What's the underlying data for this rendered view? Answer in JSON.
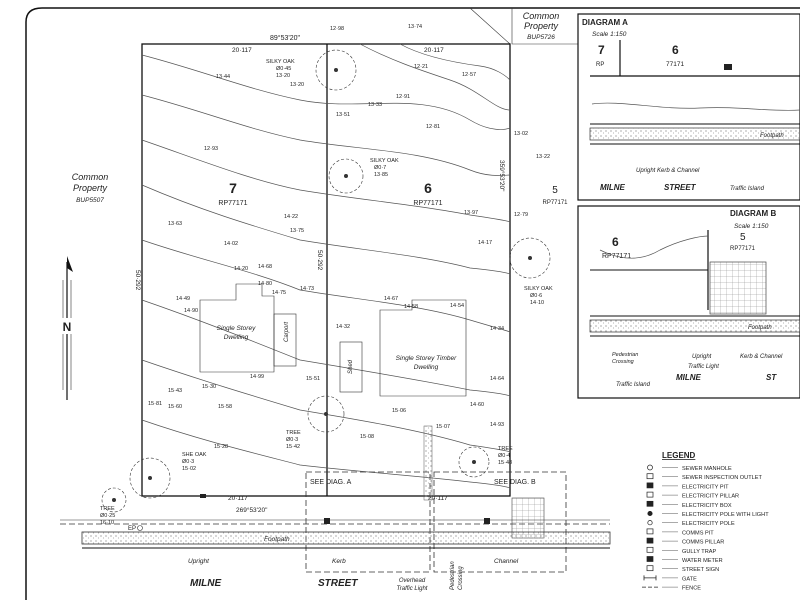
{
  "common_top": [
    "Common",
    "Property",
    "BUP5726"
  ],
  "common_left": [
    "Common",
    "Property",
    "BUP5507"
  ],
  "lot7": {
    "number": "7",
    "plan": "RP77171"
  },
  "lot6": {
    "number": "6",
    "plan": "RP77171"
  },
  "lot5": {
    "number": "5",
    "plan": "RP77171"
  },
  "bearing_top": "89°53'20\"",
  "bearing_bottom": "269°53'20\"",
  "dist_top": "20·117",
  "dist_bottom": "20·117",
  "side_dist_left": "50·292",
  "side_dist_right": "50·292",
  "bearing_side": "359°53'20\"",
  "dwelling7": [
    "Single Storey",
    "Dwelling"
  ],
  "dwelling6": [
    "Single Storey Timber",
    "Dwelling"
  ],
  "carport": "Carport",
  "shed": "Shed",
  "trees": {
    "silky_oak_top": [
      "SILKY OAK",
      "Ø0·45",
      "13·20"
    ],
    "silky_oak_mid": [
      "SILKY OAK",
      "Ø0·7",
      "13·85"
    ],
    "silky_oak_right": [
      "SILKY OAK",
      "Ø0·6",
      "14·10"
    ],
    "she_oak": [
      "SHE OAK",
      "Ø0·3",
      "15·02"
    ],
    "tree_left": [
      "TREE",
      "Ø0·25",
      "16·10"
    ],
    "tree_mid": [
      "TREE",
      "Ø0·3",
      "15·42"
    ],
    "tree_right": [
      "TREE",
      "Ø0·4",
      "15·48"
    ]
  },
  "levels": [
    "13·44",
    "13·20",
    "12·93",
    "13·63",
    "14·02",
    "14·20",
    "14·68",
    "14·80",
    "14·75",
    "14·73",
    "14·49",
    "14·90",
    "14·99",
    "15·30",
    "15·43",
    "15·58",
    "15·60",
    "15·81",
    "15·06",
    "14·67",
    "14·58",
    "14·54",
    "14·32",
    "14·34",
    "14·64",
    "14·60",
    "14·93",
    "15·07",
    "13·33",
    "12·57",
    "12·21",
    "13·51",
    "12·91",
    "12·81",
    "13·97",
    "13·75",
    "14·17",
    "15·08",
    "15·28",
    "15·51",
    "13·74",
    "12·98",
    "13·02",
    "13·22",
    "12·79",
    "14·22"
  ],
  "see_diag_a": "SEE DIAG. A",
  "see_diag_b": "SEE DIAG. B",
  "footpath": "Footpath",
  "upright": "Upright",
  "kerb": "Kerb",
  "channel": "Channel",
  "street": [
    "MILNE",
    "STREET"
  ],
  "overhead_light": [
    "Overhead",
    "Traffic Light"
  ],
  "pedestrian_crossing": [
    "Pedestrian",
    "Crossing"
  ],
  "diagram_a": {
    "title": "DIAGRAM A",
    "scale": "Scale 1:150",
    "lots": [
      "7",
      "6"
    ],
    "plan_label": "RP",
    "plan_label_6": "77171",
    "footpath": "Footpath",
    "kerb_note": "Upright Kerb & Channel",
    "street": [
      "MILNE",
      "STREET"
    ],
    "island": "Traffic Island"
  },
  "diagram_b": {
    "title": "DIAGRAM B",
    "scale": "Scale 1:150",
    "lot5": "5",
    "lot5_plan": "RP77171",
    "lot6": "6",
    "lot6_plan": "RP77171",
    "footpath": "Footpath",
    "crossing": [
      "Pedestrian",
      "Crossing"
    ],
    "upright": "Upright",
    "traffic_light": "Traffic Light",
    "kerb": "Kerb & Channel",
    "island": "Traffic Island",
    "street": [
      "MILNE",
      "ST"
    ]
  },
  "legend": {
    "title": "LEGEND",
    "items": [
      "SEWER MANHOLE",
      "SEWER INSPECTION OUTLET",
      "ELECTRICITY PIT",
      "ELECTRICITY PILLAR",
      "ELECTRICITY BOX",
      "ELECTRICITY POLE WITH LIGHT",
      "ELECTRICITY POLE",
      "COMMS PIT",
      "COMMS PILLAR",
      "GULLY TRAP",
      "WATER METER",
      "STREET SIGN",
      "GATE",
      "FENCE"
    ]
  },
  "north": "N",
  "ep_label": "EP"
}
